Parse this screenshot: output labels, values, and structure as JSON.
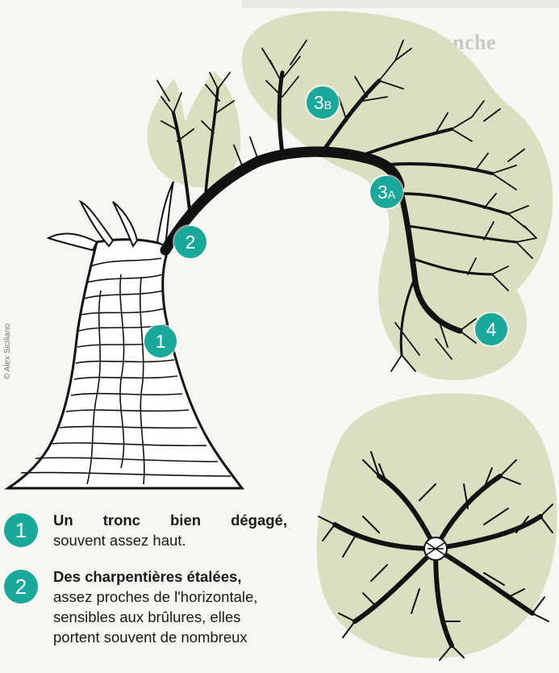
{
  "header": {
    "ghost_heading": "• La structure en branche"
  },
  "credit": "© Alex Siciliano",
  "markers": {
    "m1": "1",
    "m2": "2",
    "m3a_num": "3",
    "m3a_letter": "A",
    "m3b_num": "3",
    "m3b_letter": "B",
    "m4": "4"
  },
  "legend": [
    {
      "number": "1",
      "title": "Un tronc bien dégagé",
      "title_suffix": ",",
      "lines": [
        "souvent assez haut."
      ]
    },
    {
      "number": "2",
      "title": "Des charpentières étalées",
      "title_suffix": ",",
      "lines": [
        "assez proches de l'horizontale,",
        "sensibles aux brûlures, elles",
        "portent souvent de nombreux"
      ]
    }
  ],
  "colors": {
    "accent": "#1aa89b",
    "foliage": "#d9dfbf",
    "ink": "#111111"
  }
}
